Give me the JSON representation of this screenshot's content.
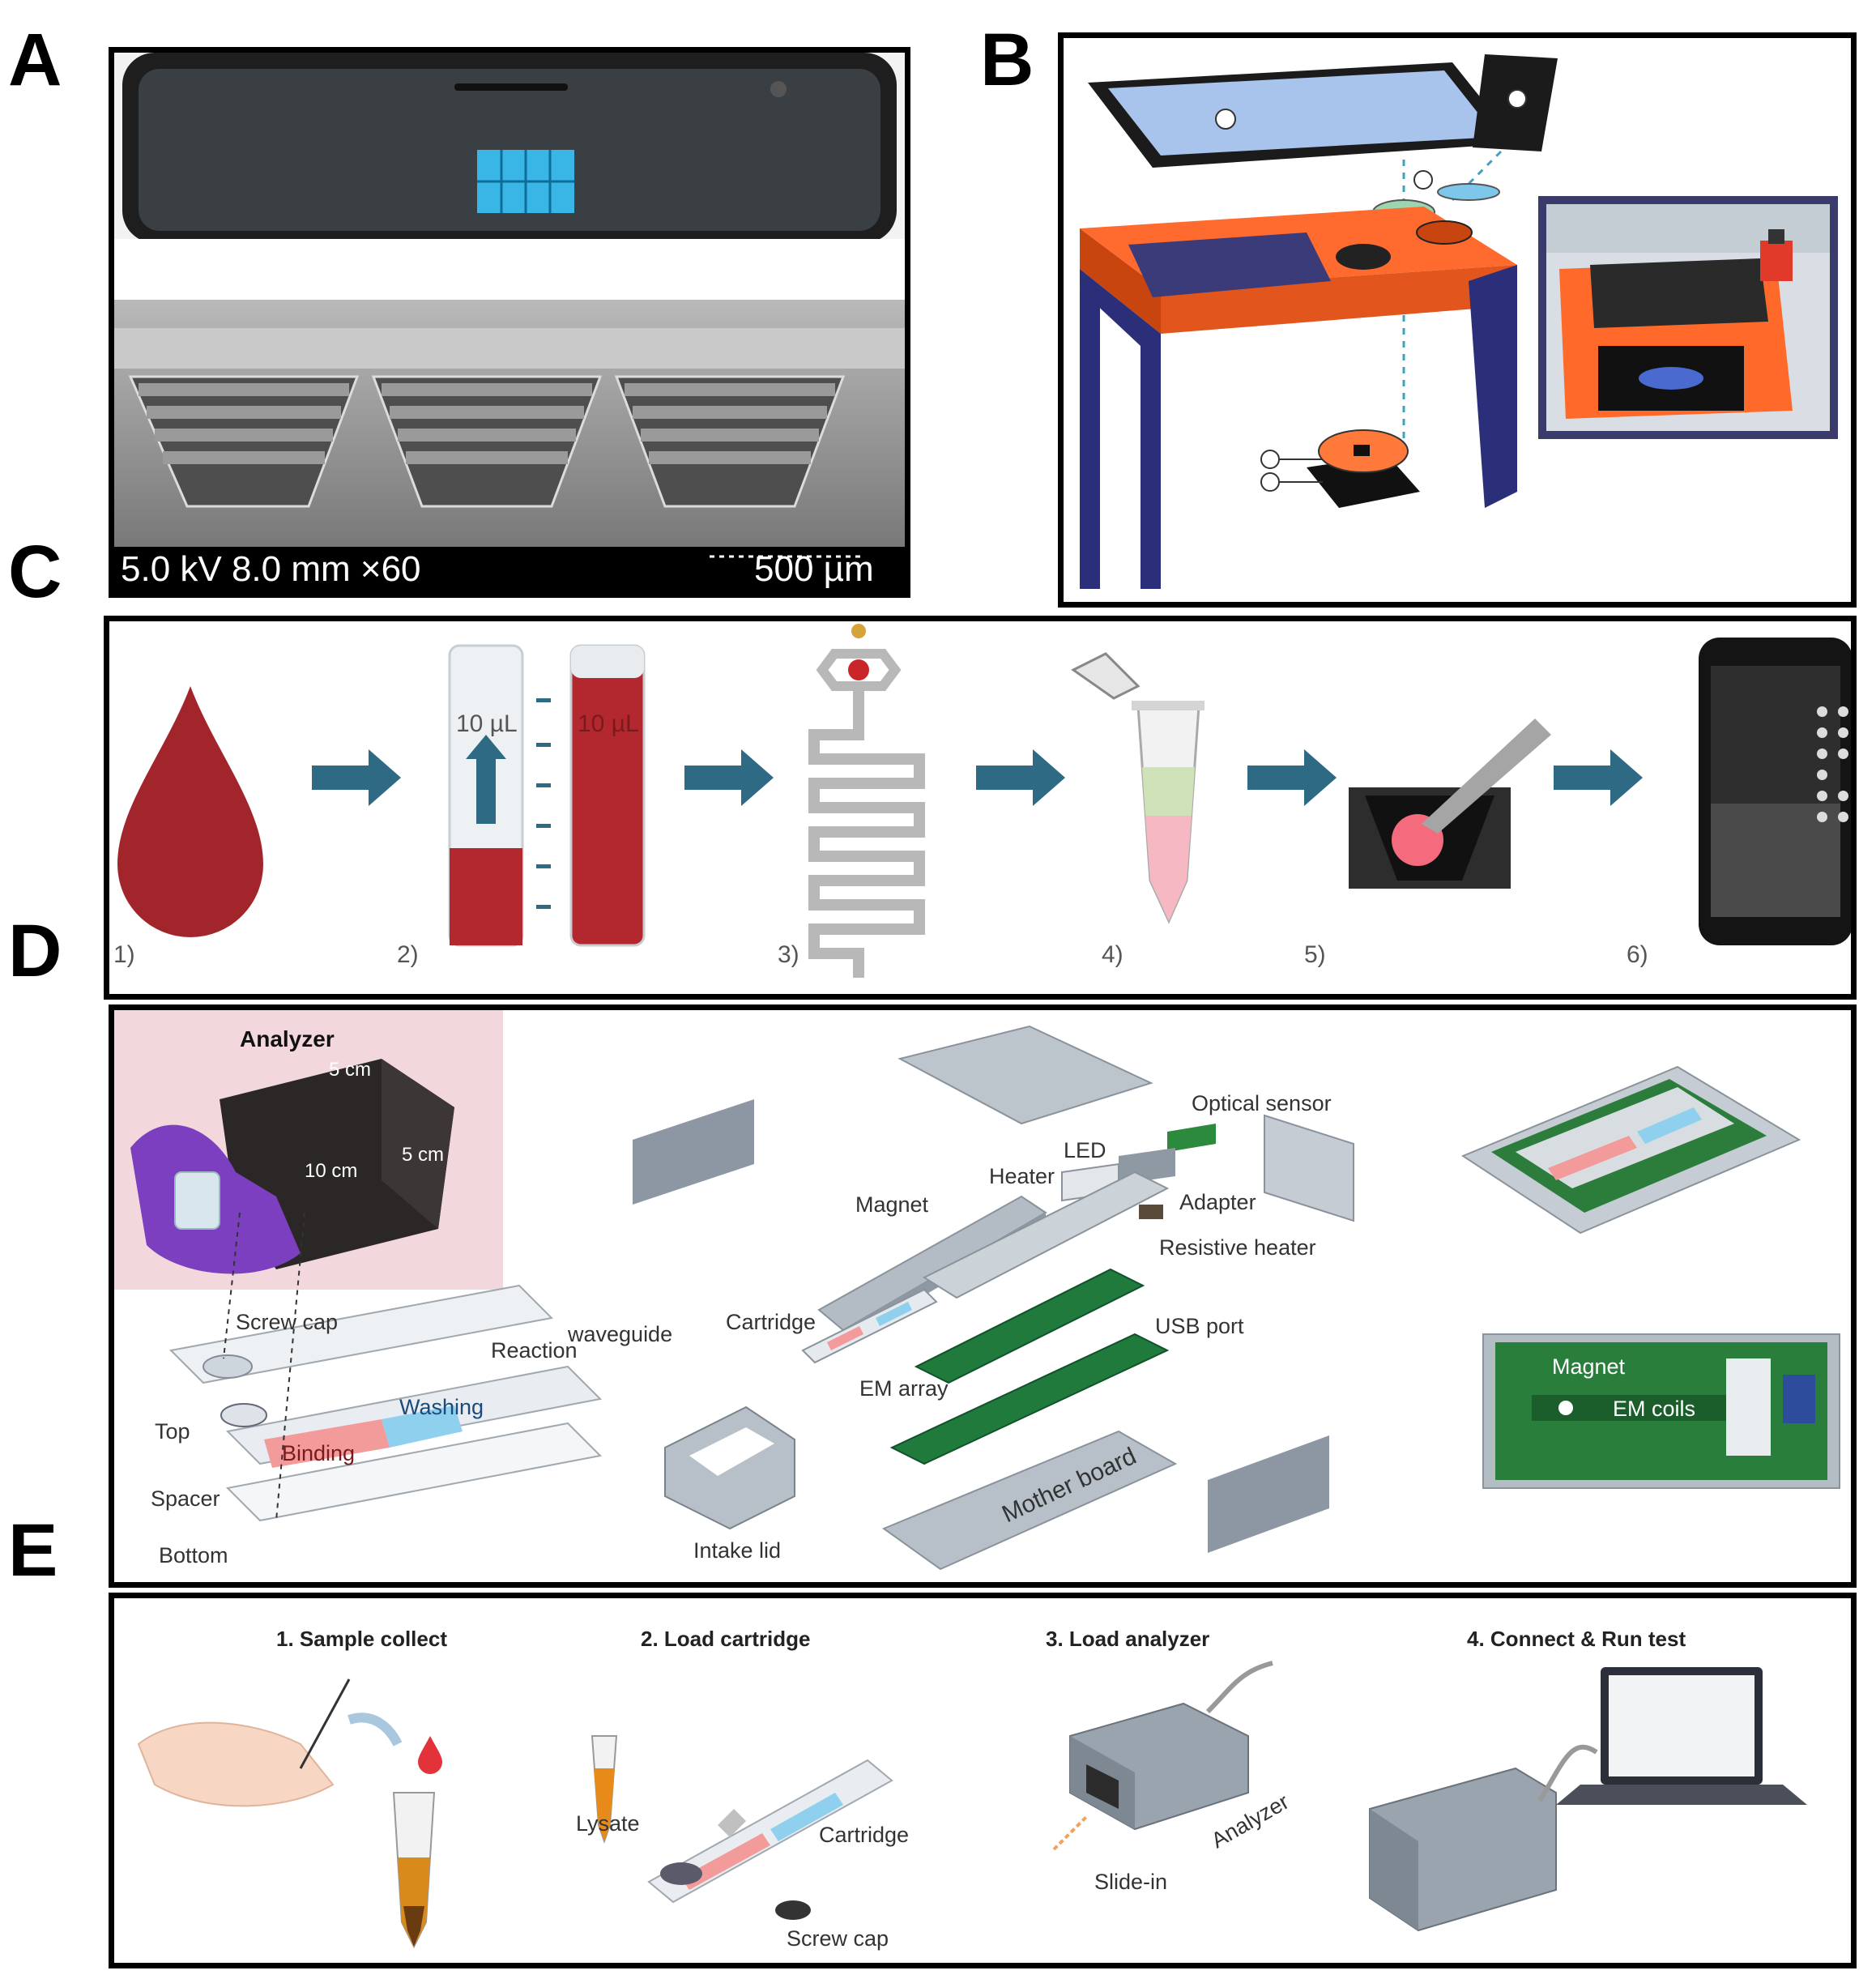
{
  "panel_labels": {
    "a": "A",
    "b": "B",
    "c": "C",
    "d": "D",
    "e": "E"
  },
  "panel_a": {
    "sem_info": "5.0 kV 8.0 mm ×60",
    "scale_bar": "500 µm"
  },
  "panel_c": {
    "tube_label_1": "10 µL",
    "tube_label_2": "10 µL",
    "steps": [
      "1)",
      "2)",
      "3)",
      "4)",
      "5)",
      "6)"
    ]
  },
  "panel_d": {
    "analyzer_title": "Analyzer",
    "dim_5cm_a": "5 cm",
    "dim_5cm_b": "5 cm",
    "dim_10cm": "10 cm",
    "screw_cap": "Screw cap",
    "top": "Top",
    "spacer": "Spacer",
    "bottom": "Bottom",
    "reaction": "Reaction",
    "waveguide": "waveguide",
    "washing": "Washing",
    "binding": "Binding",
    "optical_sensor": "Optical sensor",
    "led": "LED",
    "heater": "Heater",
    "adapter": "Adapter",
    "magnet": "Magnet",
    "resistive_heater": "Resistive heater",
    "cartridge": "Cartridge",
    "usb_port": "USB port",
    "em_array": "EM array",
    "intake_lid": "Intake lid",
    "mother_board": "Mother board",
    "inset_magnet": "Magnet",
    "inset_em_coils": "EM coils"
  },
  "panel_e": {
    "step1": "1. Sample collect",
    "step2": "2. Load cartridge",
    "step3": "3. Load analyzer",
    "step4": "4. Connect & Run test",
    "lysate": "Lysate",
    "cartridge": "Cartridge",
    "screw_cap": "Screw cap",
    "analyzer": "Analyzer",
    "slide_in": "Slide-in"
  }
}
